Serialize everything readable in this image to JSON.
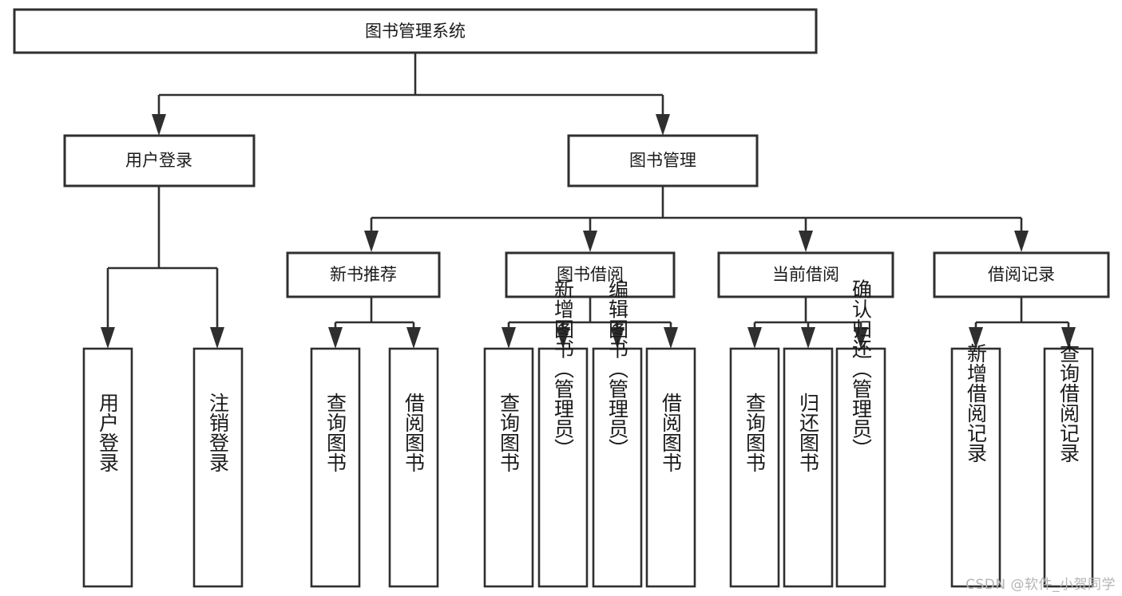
{
  "diagram": {
    "type": "tree-hierarchy",
    "title": "图书管理系统",
    "watermark": "CSDN @软件_小贺同学",
    "colors": {
      "box_stroke": "#2f2f2f",
      "box_fill": "#ffffff",
      "text": "#1a1a1a",
      "connector": "#2f2f2f",
      "watermark": "#b4b4b4",
      "background": "#ffffff"
    },
    "root": {
      "label": "图书管理系统"
    },
    "level2": [
      {
        "id": "user-login",
        "label": "用户登录"
      },
      {
        "id": "book-management",
        "label": "图书管理"
      }
    ],
    "level3": [
      {
        "id": "new-book-recommend",
        "label": "新书推荐",
        "parent": "book-management"
      },
      {
        "id": "book-borrow",
        "label": "图书借阅",
        "parent": "book-management"
      },
      {
        "id": "current-borrow",
        "label": "当前借阅",
        "parent": "book-management"
      },
      {
        "id": "borrow-record",
        "label": "借阅记录",
        "parent": "book-management"
      }
    ],
    "leaves": {
      "user-login": [
        {
          "id": "leaf-user-login",
          "label": "用户登录"
        },
        {
          "id": "leaf-logout-login",
          "label": "注销登录"
        }
      ],
      "new-book-recommend": [
        {
          "id": "leaf-query-book-1",
          "label": "查询图书"
        },
        {
          "id": "leaf-borrow-book-1",
          "label": "借阅图书"
        }
      ],
      "book-borrow": [
        {
          "id": "leaf-query-book-2",
          "label": "查询图书"
        },
        {
          "id": "leaf-add-book",
          "label": "新增图书（管理员）"
        },
        {
          "id": "leaf-edit-book",
          "label": "编辑图书（管理员）"
        },
        {
          "id": "leaf-borrow-book-2",
          "label": "借阅图书"
        }
      ],
      "current-borrow": [
        {
          "id": "leaf-query-book-3",
          "label": "查询图书"
        },
        {
          "id": "leaf-return-book",
          "label": "归还图书"
        },
        {
          "id": "leaf-confirm-return",
          "label": "确认归还（管理员）"
        }
      ],
      "borrow-record": [
        {
          "id": "leaf-add-record",
          "label": "新增借阅记录"
        },
        {
          "id": "leaf-query-record",
          "label": "查询借阅记录"
        }
      ]
    }
  }
}
